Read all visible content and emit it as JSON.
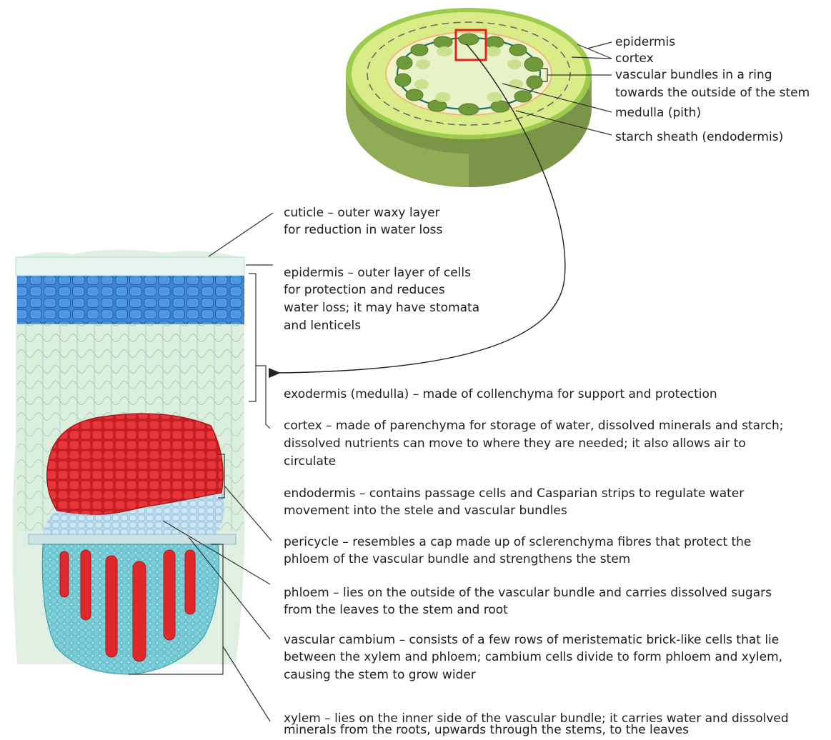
{
  "stem_labels": {
    "epidermis": "epidermis",
    "cortex": "cortex",
    "vascular_bundles_1": "vascular bundles in a ring",
    "vascular_bundles_2": "towards the outside of the stem",
    "medulla": "medulla (pith)",
    "starch_sheath": "starch sheath (endodermis)"
  },
  "section_labels": {
    "cuticle_1": "cuticle – outer waxy layer",
    "cuticle_2": "for reduction in water loss",
    "epidermis_1": "epidermis – outer layer of cells",
    "epidermis_2": "for protection and reduces",
    "epidermis_3": "water loss; it may have stomata",
    "epidermis_4": "and lenticels",
    "exodermis": "exodermis (medulla) – made of collenchyma for support and protection",
    "cortex_1": "cortex – made of parenchyma for storage of water, dissolved minerals and starch;",
    "cortex_2": "dissolved nutrients can move to where they are needed; it also allows air to",
    "cortex_3": "circulate",
    "endodermis_1": "endodermis – contains passage cells and Casparian strips to regulate water",
    "endodermis_2": "movement into the stele and vascular bundles",
    "pericycle_1": "pericycle – resembles a cap made up of sclerenchyma fibres that protect the",
    "pericycle_2": "phloem of the vascular bundle and strengthens the stem",
    "phloem_1": "phloem – lies on the outside of the vascular bundle and carries dissolved sugars",
    "phloem_2": "from the leaves to the stem and root",
    "cambium_1": "vascular cambium – consists of a few rows of meristematic brick-like cells that lie",
    "cambium_2": "between the xylem and phloem;  cambium cells divide to form phloem and xylem,",
    "cambium_3": "causing the stem to grow wider",
    "xylem_1": "xylem – lies on the inner side of the vascular bundle; it carries water and dissolved",
    "xylem_2": "minerals from the roots, upwards through the stems, to the leaves"
  },
  "colors": {
    "stem_outer": "#a9cf55",
    "stem_side": "#7f9a4c",
    "bundle": "#6f9a3a",
    "highlight_box": "#e0261b",
    "epidermis_blue": "#3d83d4",
    "sclerenchyma_red": "#e3262a",
    "xylem_teal": "#52bcc7"
  }
}
